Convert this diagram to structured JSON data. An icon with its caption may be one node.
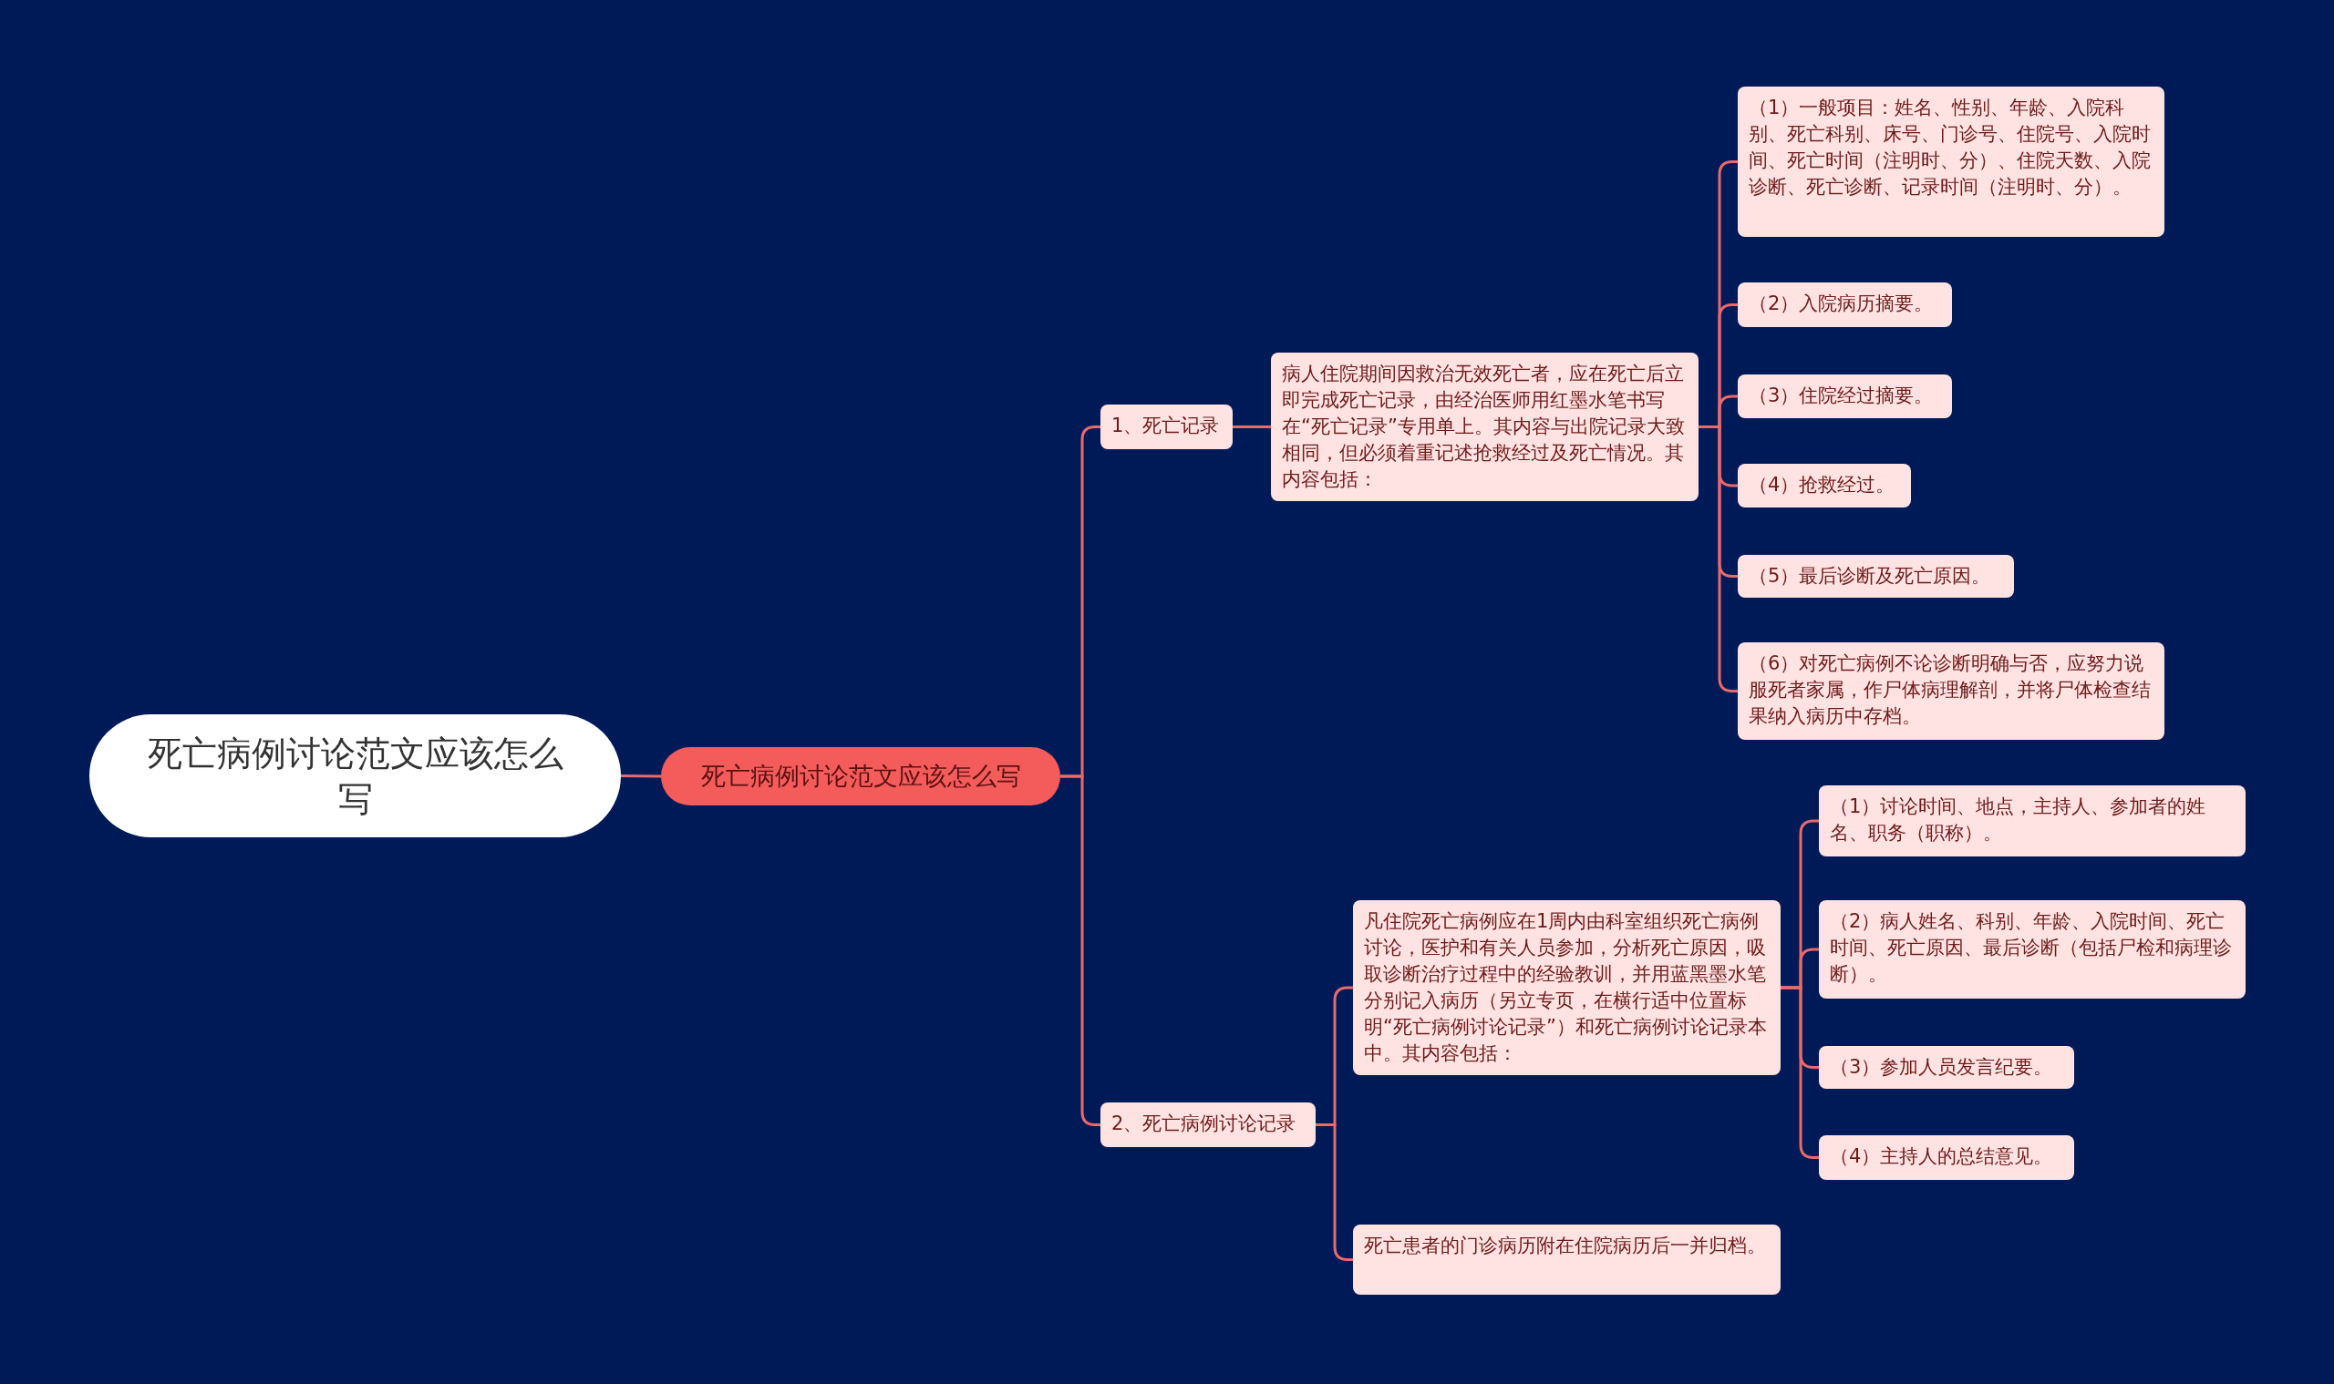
{
  "diagram": {
    "nodes": [
      {
        "text": [
          "死亡病例讨论范文应该怎么写"
        ]
      },
      {
        "text": [
          "死亡病例讨论范文应该怎么写"
        ]
      },
      {
        "text": [
          "1、死亡记录"
        ]
      },
      {
        "text": [
          "病人住院期间因救治无效死亡者，应在死亡后立即完成死亡记录，由经治医师用红墨水笔书写在“死亡记录”专用单上。其内容与出院记录大致相同，但必须着重记述抢救经过及死亡情况。其内容包括："
        ]
      },
      {
        "text": [
          "（1）一般项目：姓名、性别、年龄、入院科别、死亡科别、床号、门诊号、住院号、入院时间、死亡时间（注明时、分）、住院天数、入院诊断、死亡诊断、记录时间（注明时、分）。"
        ]
      },
      {
        "text": [
          "（2）入院病历摘要。"
        ]
      },
      {
        "text": [
          "（3）住院经过摘要。"
        ]
      },
      {
        "text": [
          "（4）抢救经过。"
        ]
      },
      {
        "text": [
          "（5）最后诊断及死亡原因。"
        ]
      },
      {
        "text": [
          "（6）对死亡病例不论诊断明确与否，应努力说服死者家属，作尸体病理解剖，并将尸体检查结果纳入病历中存档。"
        ]
      },
      {
        "text": [
          "2、死亡病例讨论记录"
        ]
      },
      {
        "text": [
          "凡住院死亡病例应在1周内由科室组织死亡病例讨论，医护和有关人员参加，分析死亡原因，吸取诊断治疗过程中的经验教训，并用蓝黑墨水笔分别记入病历（另立专页，在横行适中位置标明“死亡病例讨论记录”）和死亡病例讨论记录本中。其内容包括："
        ]
      },
      {
        "text": [
          "（1）讨论时间、地点，主持人、参加者的姓名、职务（职称）。"
        ]
      },
      {
        "text": [
          "（2）病人姓名、科别、年龄、入院时间、死亡时间、死亡原因、最后诊断（包括尸检和病理诊断）。"
        ]
      },
      {
        "text": [
          "（3）参加人员发言纪要。"
        ]
      },
      {
        "text": [
          "（4）主持人的总结意见。"
        ]
      },
      {
        "text": [
          "死亡患者的门诊病历附在住院病历后一并归档。"
        ]
      }
    ],
    "edges": [
      {
        "from": 0,
        "to": 1,
        "arrow": "none"
      },
      {
        "from": 1,
        "to": 2,
        "arrow": "none"
      },
      {
        "from": 1,
        "to": 10,
        "arrow": "none"
      },
      {
        "from": 2,
        "to": 3,
        "arrow": "none"
      },
      {
        "from": 3,
        "to": 4,
        "arrow": "none"
      },
      {
        "from": 3,
        "to": 5,
        "arrow": "none"
      },
      {
        "from": 3,
        "to": 6,
        "arrow": "none"
      },
      {
        "from": 3,
        "to": 7,
        "arrow": "none"
      },
      {
        "from": 3,
        "to": 8,
        "arrow": "none"
      },
      {
        "from": 3,
        "to": 9,
        "arrow": "none"
      },
      {
        "from": 10,
        "to": 11,
        "arrow": "none"
      },
      {
        "from": 10,
        "to": 16,
        "arrow": "none"
      },
      {
        "from": 11,
        "to": 12,
        "arrow": "none"
      },
      {
        "from": 11,
        "to": 13,
        "arrow": "none"
      },
      {
        "from": 11,
        "to": 14,
        "arrow": "none"
      },
      {
        "from": 11,
        "to": 15,
        "arrow": "none"
      }
    ]
  }
}
